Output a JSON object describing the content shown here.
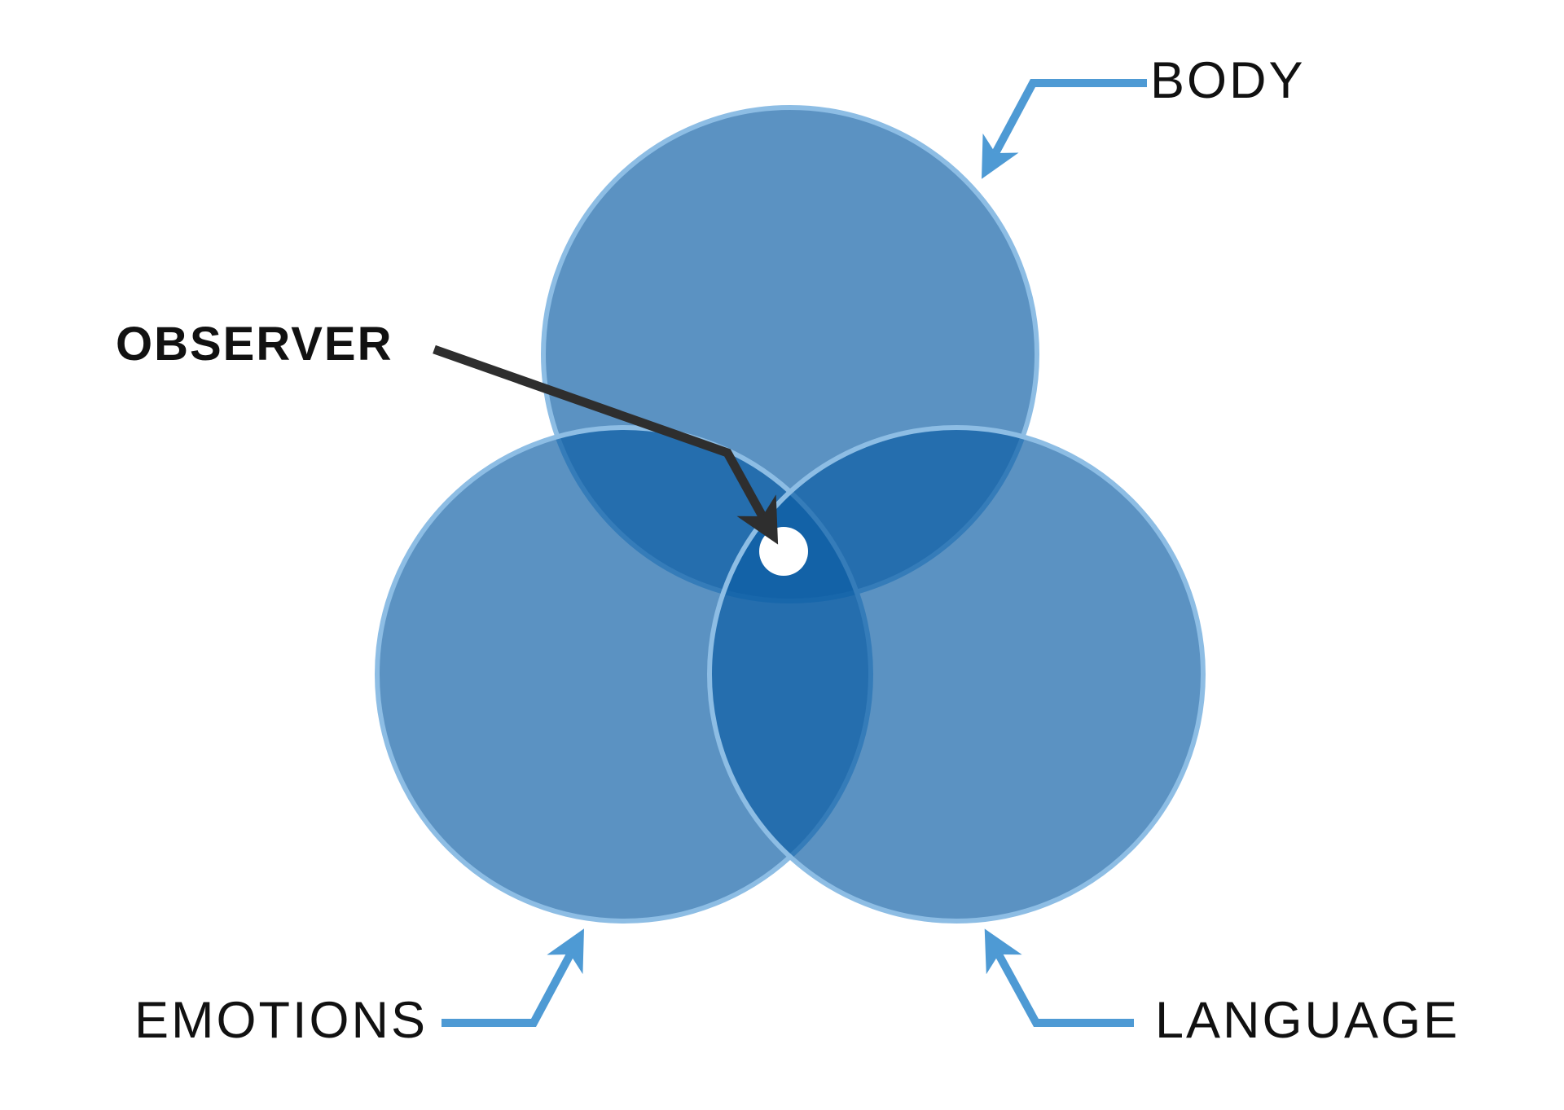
{
  "page": {
    "background": "#ffffff"
  },
  "venn": {
    "type": "venn-diagram",
    "circles": [
      {
        "id": "body",
        "label": "BODY"
      },
      {
        "id": "emotions",
        "label": "EMOTIONS"
      },
      {
        "id": "language",
        "label": "LANGUAGE"
      }
    ],
    "center_label": "OBSERVER",
    "colors": {
      "circle_fill": "#0a5da4",
      "circle_stroke": "#8dbde4",
      "single_region": "#5b92c2",
      "double_overlap": "#2173ae",
      "triple_overlap": "#1264a7",
      "label_arrow": "#4e9ad4",
      "observer_arrow": "#2e2e2e",
      "center_dot": "#ffffff",
      "text": "#111111"
    }
  }
}
